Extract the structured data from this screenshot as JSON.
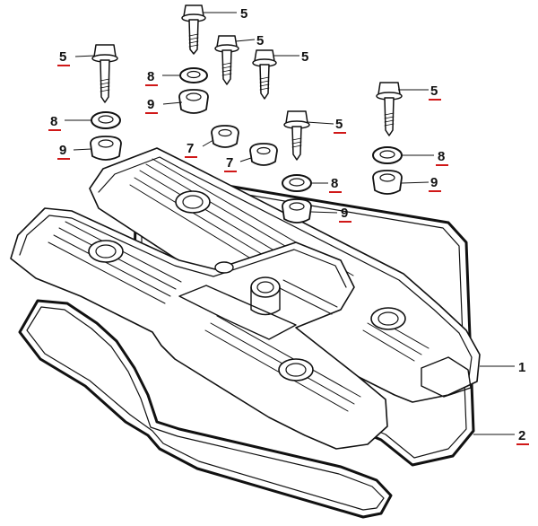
{
  "diagram": {
    "accent_color": "#d01818",
    "line_color": "#111111",
    "callouts": [
      {
        "id": "c5a",
        "label": "5",
        "underlined": false
      },
      {
        "id": "c5b",
        "label": "5",
        "underlined": false
      },
      {
        "id": "c5c",
        "label": "5",
        "underlined": false
      },
      {
        "id": "c5d",
        "label": "5",
        "underlined": true
      },
      {
        "id": "c5e",
        "label": "5",
        "underlined": false
      },
      {
        "id": "c5f",
        "label": "5",
        "underlined": true
      },
      {
        "id": "c5g",
        "label": "5",
        "underlined": true
      },
      {
        "id": "c8a",
        "label": "8",
        "underlined": true
      },
      {
        "id": "c9a",
        "label": "9",
        "underlined": true
      },
      {
        "id": "c8b",
        "label": "8",
        "underlined": true
      },
      {
        "id": "c9b",
        "label": "9",
        "underlined": true
      },
      {
        "id": "c7a",
        "label": "7",
        "underlined": true
      },
      {
        "id": "c7b",
        "label": "7",
        "underlined": true
      },
      {
        "id": "c8c",
        "label": "8",
        "underlined": true
      },
      {
        "id": "c9c",
        "label": "9",
        "underlined": true
      },
      {
        "id": "c8d",
        "label": "8",
        "underlined": true
      },
      {
        "id": "c9d",
        "label": "9",
        "underlined": true
      },
      {
        "id": "c1",
        "label": "1",
        "underlined": false
      },
      {
        "id": "c2",
        "label": "2",
        "underlined": true
      }
    ]
  }
}
